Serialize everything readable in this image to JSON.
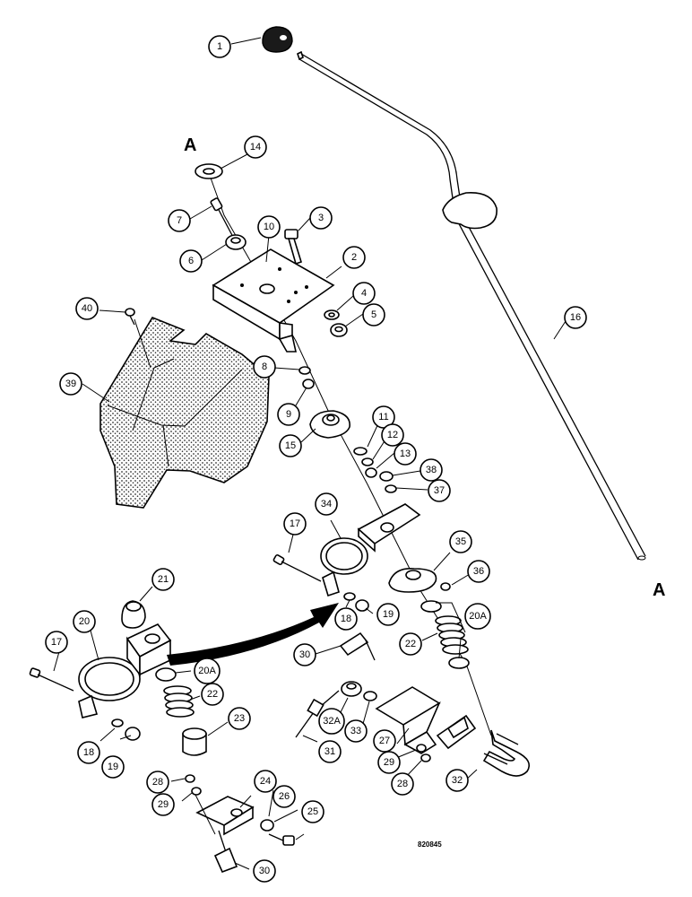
{
  "reference_letters": {
    "top": "A",
    "bottom": "A"
  },
  "drawing_number": "820845",
  "callouts": {
    "c1": "1",
    "c2": "2",
    "c3": "3",
    "c4": "4",
    "c5": "5",
    "c6": "6",
    "c7": "7",
    "c8": "8",
    "c9": "9",
    "c10": "10",
    "c11": "11",
    "c12": "12",
    "c13": "13",
    "c14": "14",
    "c15": "15",
    "c16": "16",
    "c17a": "17",
    "c17b": "17",
    "c18a": "18",
    "c18b": "18",
    "c19a": "19",
    "c19b": "19",
    "c20": "20",
    "c20a1": "20A",
    "c20a2": "20A",
    "c21": "21",
    "c22a": "22",
    "c22b": "22",
    "c23": "23",
    "c24": "24",
    "c25": "25",
    "c26": "26",
    "c27": "27",
    "c28a": "28",
    "c28b": "28",
    "c29a": "29",
    "c29b": "29",
    "c30a": "30",
    "c30b": "30",
    "c31": "31",
    "c32": "32",
    "c32a": "32A",
    "c33": "33",
    "c34": "34",
    "c35": "35",
    "c36": "36",
    "c37": "37",
    "c38": "38",
    "c39": "39",
    "c40": "40"
  }
}
